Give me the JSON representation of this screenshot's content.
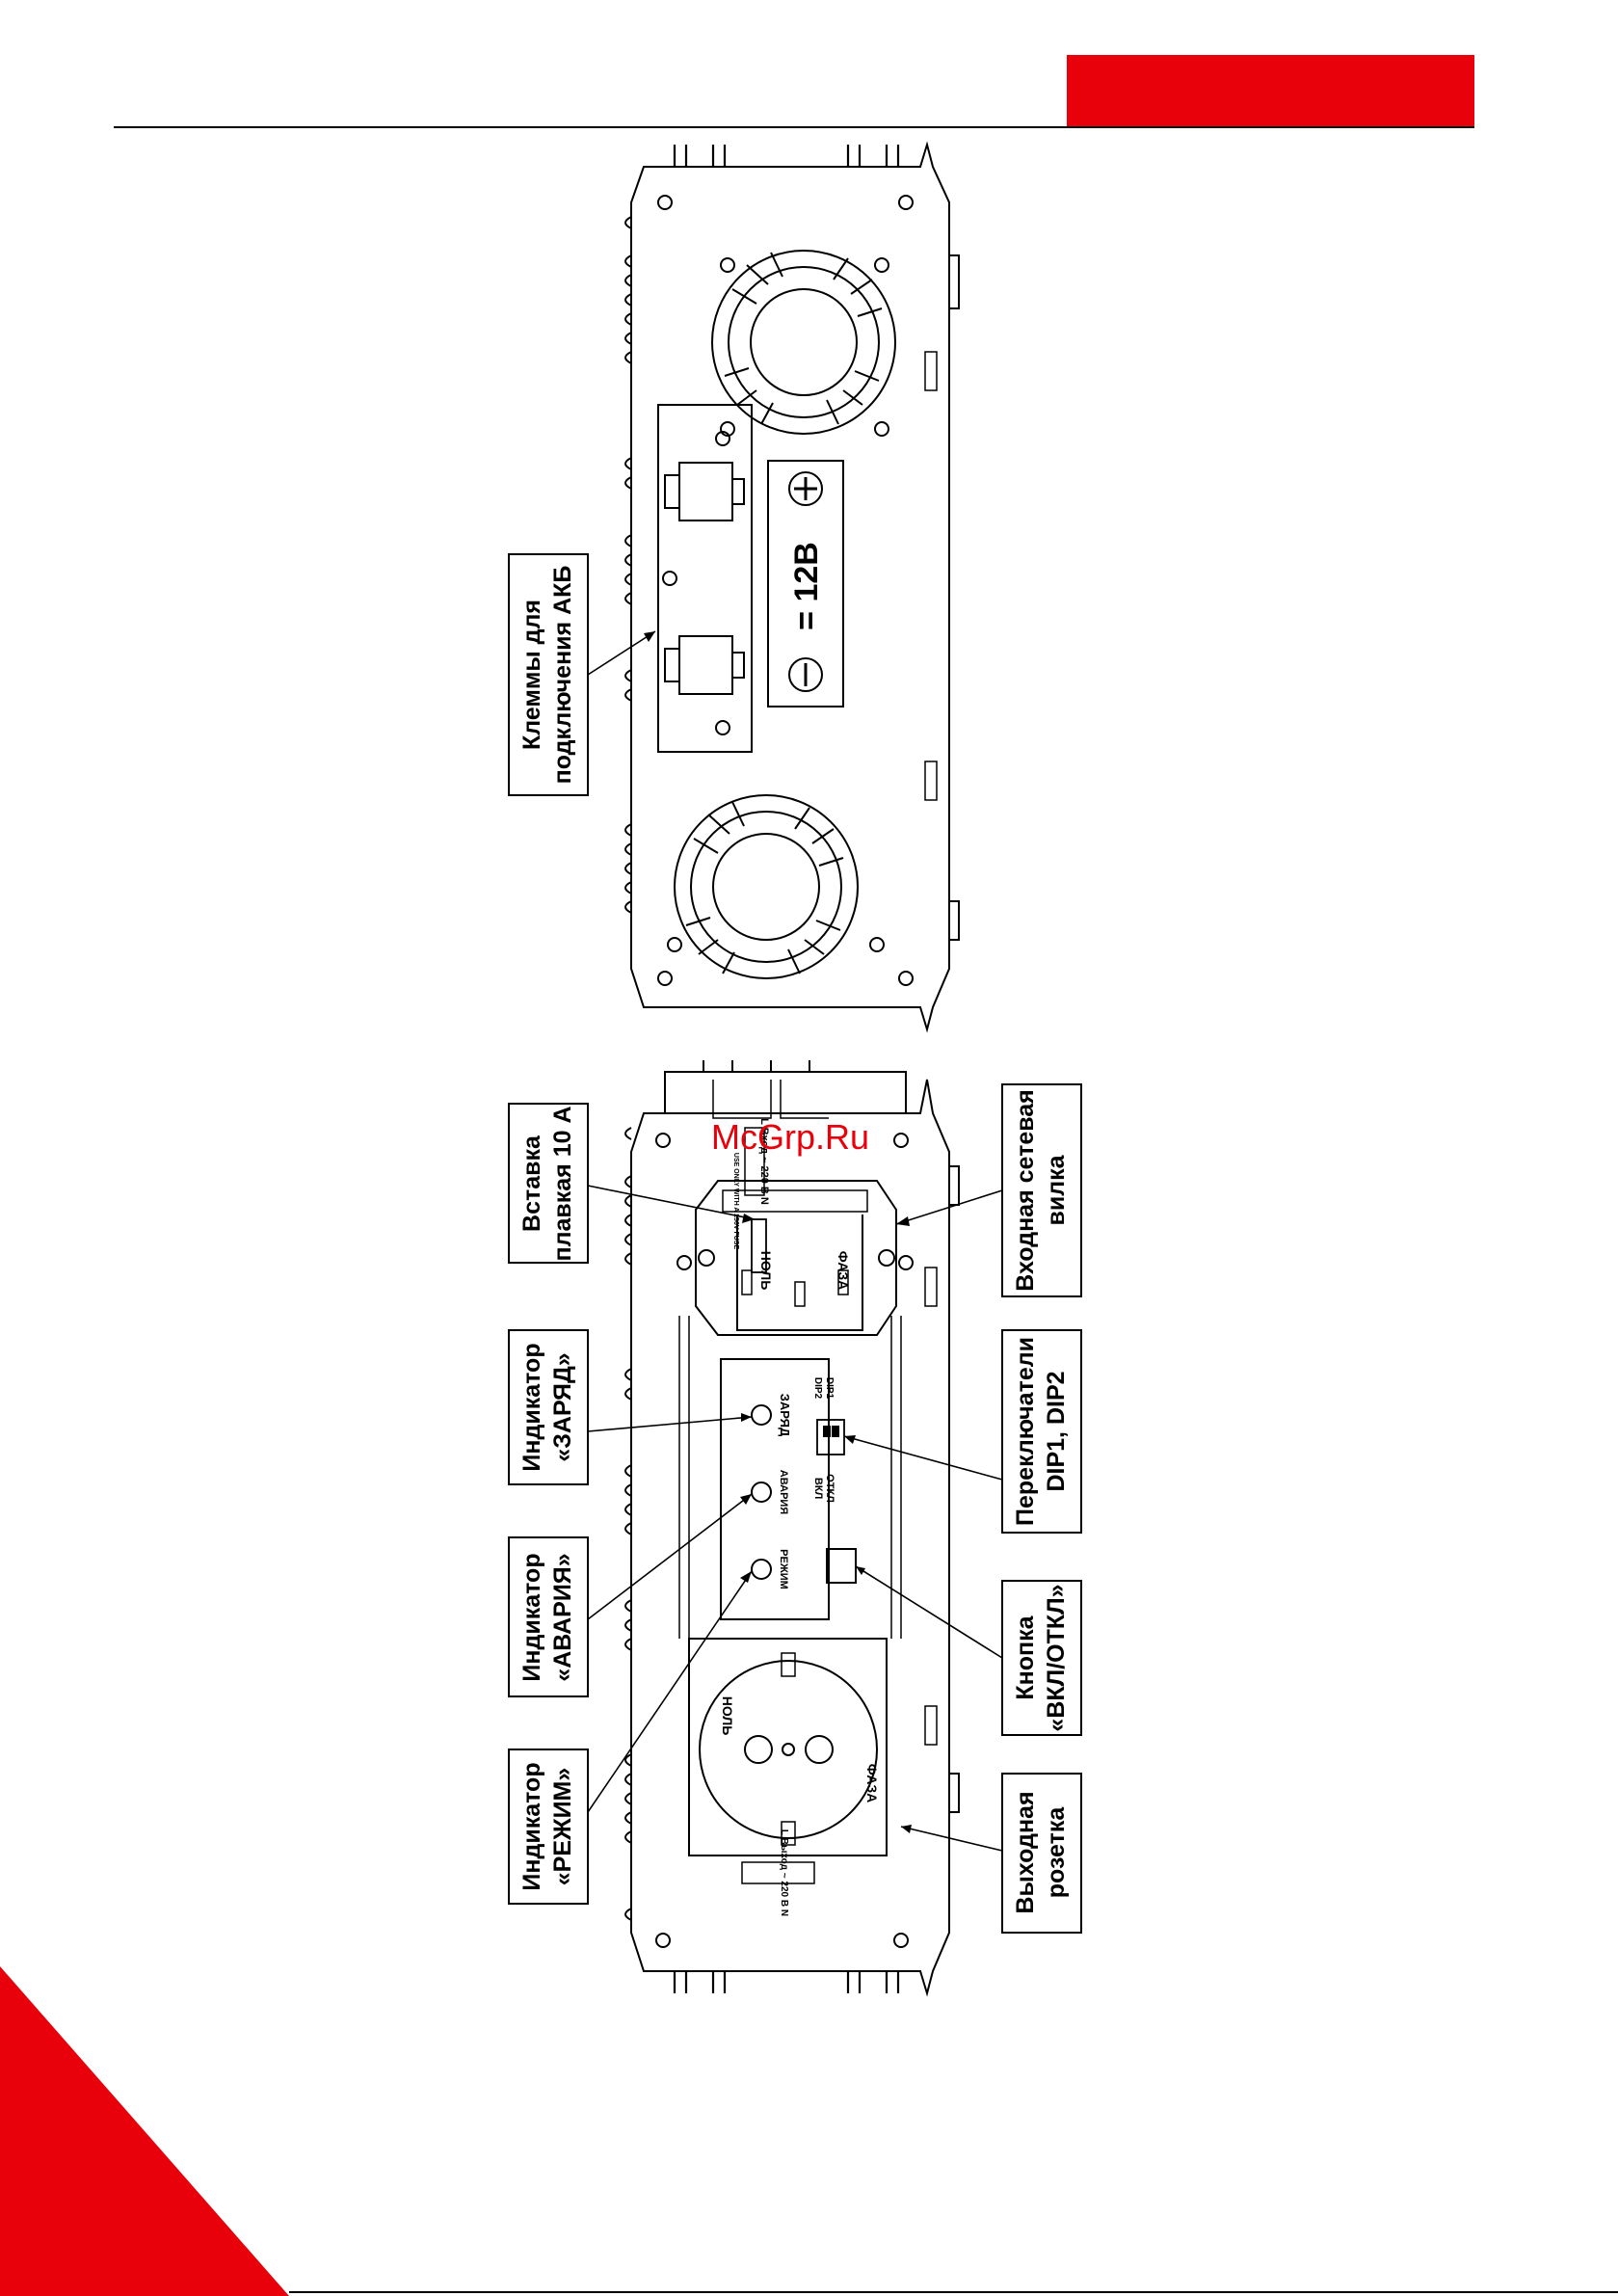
{
  "colors": {
    "accent": "#e8000b",
    "line": "#000000",
    "background": "#ffffff"
  },
  "header": {
    "has_red_tab": true
  },
  "watermark": "McGrp.Ru",
  "rear_panel": {
    "battery_label": "= 12В",
    "minus_icon": "minus-icon",
    "plus_icon": "plus-icon"
  },
  "front_panel": {
    "socket_left": "НОЛЬ",
    "socket_right": "ФАЗА",
    "output_strip": "L  Выход ~ 220 В  N",
    "input_strip": "L  Вход ~ 220 В  N",
    "led_1": "РЕЖИМ",
    "led_2": "АВАРИЯ",
    "led_3": "ЗАРЯД",
    "button_line_1": "ВКЛ",
    "button_line_2": "ОТКЛ",
    "dip_top": "DIP2",
    "dip_bottom": "DIP1",
    "inlet_left": "НОЛЬ",
    "inlet_right": "ФАЗА",
    "fuse_note": "USE ONLY WITH A 250V FUSE"
  },
  "callouts": {
    "battery_terminals": [
      "Клеммы для",
      "подключения АКБ"
    ],
    "fuse": [
      "Вставка",
      "плавкая 10 А"
    ],
    "charge_led": [
      "Индикатор",
      "«ЗАРЯД»"
    ],
    "fault_led": [
      "Индикатор",
      "«АВАРИЯ»"
    ],
    "mode_led": [
      "Индикатор",
      "«РЕЖИМ»"
    ],
    "power_inlet": [
      "Входная сетевая",
      "вилка"
    ],
    "dip_switches": [
      "Переключатели",
      "DIP1, DIP2"
    ],
    "power_button": [
      "Кнопка",
      "«ВКЛ/ОТКЛ»"
    ],
    "output_socket": [
      "Выходная",
      "розетка"
    ]
  }
}
